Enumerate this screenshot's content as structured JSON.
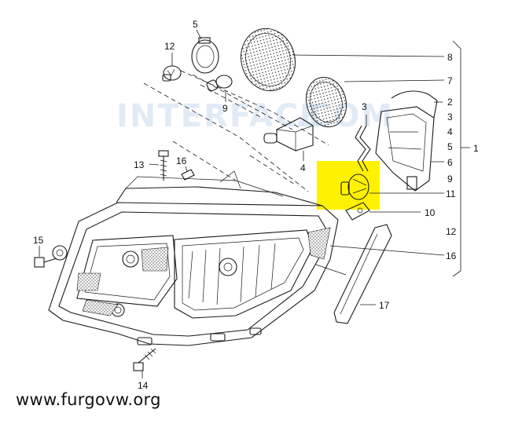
{
  "watermark": "INTERFACE",
  "watermark_tail": ".COM",
  "site_url": "www.furgovw.org",
  "highlight_color": "#fff200",
  "callouts": {
    "c1": "1",
    "c2": "2",
    "c3_top": "3",
    "c3": "3",
    "c4_side": "4",
    "c4": "4",
    "c5_top": "5",
    "c5": "5",
    "c6": "6",
    "c7": "7",
    "c8": "8",
    "c9_left": "9",
    "c9": "9",
    "c10": "10",
    "c11": "11",
    "c12_left": "12",
    "c12": "12",
    "c13": "13",
    "c14": "14",
    "c15": "15",
    "c16_left": "16",
    "c16": "16",
    "c17": "17"
  }
}
